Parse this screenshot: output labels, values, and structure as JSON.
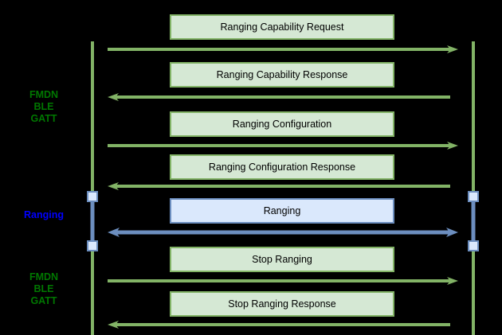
{
  "diagram_type": "sequence-diagram",
  "colors": {
    "background": "#000000",
    "green_stroke": "#82b366",
    "green_fill": "#d5e8d4",
    "blue_stroke": "#6c8ebf",
    "blue_fill": "#dae8fc",
    "side_label_green": "#007700",
    "side_label_blue": "#0000ff",
    "box_text": "#000000"
  },
  "side_labels": [
    {
      "id": "phase-fmdn-top",
      "lines": [
        "FMDN",
        "BLE",
        "GATT"
      ],
      "color_role": "green"
    },
    {
      "id": "phase-ranging",
      "lines": [
        "Ranging"
      ],
      "color_role": "blue"
    },
    {
      "id": "phase-fmdn-bottom",
      "lines": [
        "FMDN",
        "BLE",
        "GATT"
      ],
      "color_role": "green"
    }
  ],
  "messages": [
    {
      "label": "Ranging Capability Request",
      "direction": "right",
      "style": "green"
    },
    {
      "label": "Ranging Capability Response",
      "direction": "left",
      "style": "green"
    },
    {
      "label": "Ranging Configuration",
      "direction": "right",
      "style": "green"
    },
    {
      "label": "Ranging Configuration Response",
      "direction": "left",
      "style": "green"
    },
    {
      "label": "Ranging",
      "direction": "both",
      "style": "blue"
    },
    {
      "label": "Stop Ranging",
      "direction": "right",
      "style": "green"
    },
    {
      "label": "Stop Ranging Response",
      "direction": "left",
      "style": "green"
    }
  ]
}
